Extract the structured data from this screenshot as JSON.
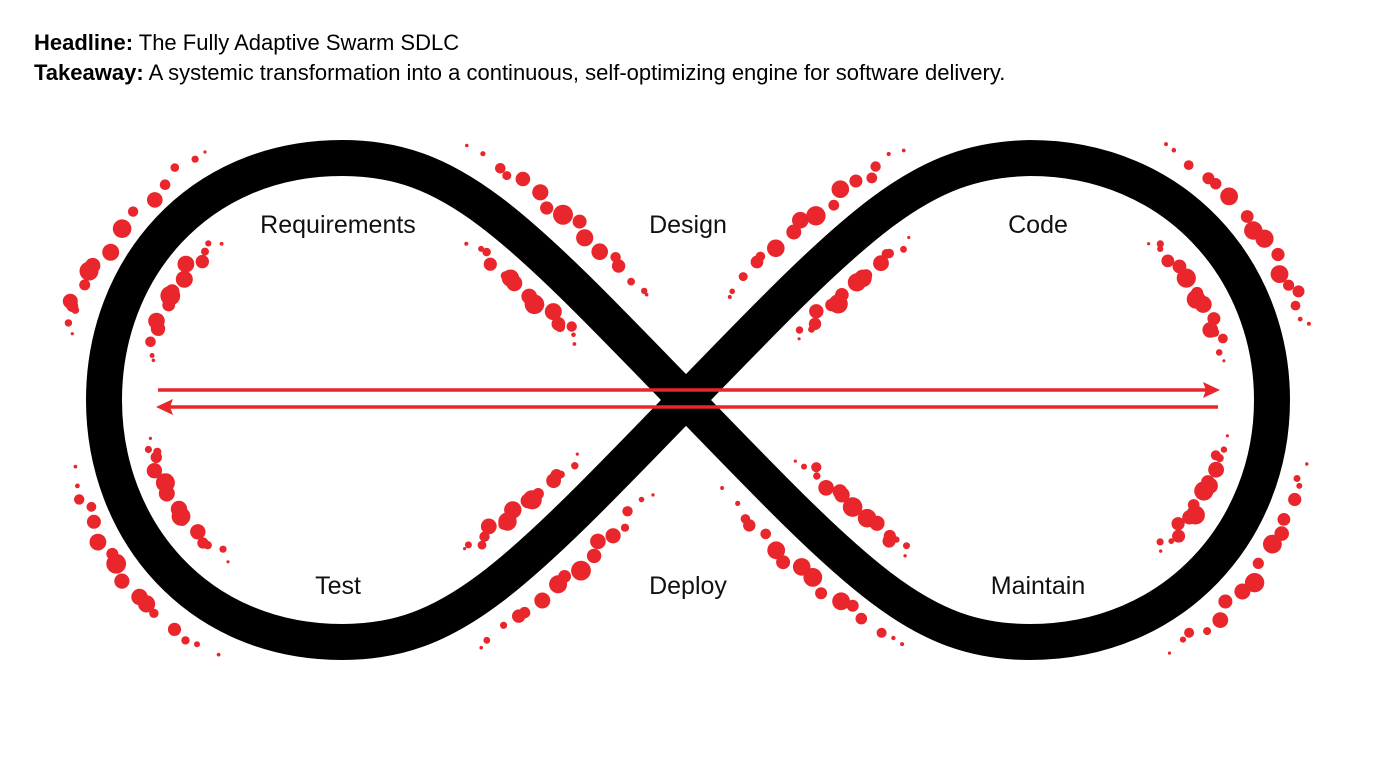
{
  "headline": {
    "label": "Headline:",
    "text": "The Fully Adaptive Swarm SDLC"
  },
  "takeaway": {
    "label": "Takeaway:",
    "text": "A systemic transformation into a continuous, self-optimizing engine for software delivery."
  },
  "stages": {
    "requirements": "Requirements",
    "design": "Design",
    "code": "Code",
    "test": "Test",
    "deploy": "Deploy",
    "maintain": "Maintain"
  },
  "colors": {
    "loop": "#000000",
    "accent": "#e8262b",
    "background": "#ffffff"
  },
  "icons": {
    "forward_arrow": "arrow-right-icon",
    "backward_arrow": "arrow-left-icon"
  }
}
